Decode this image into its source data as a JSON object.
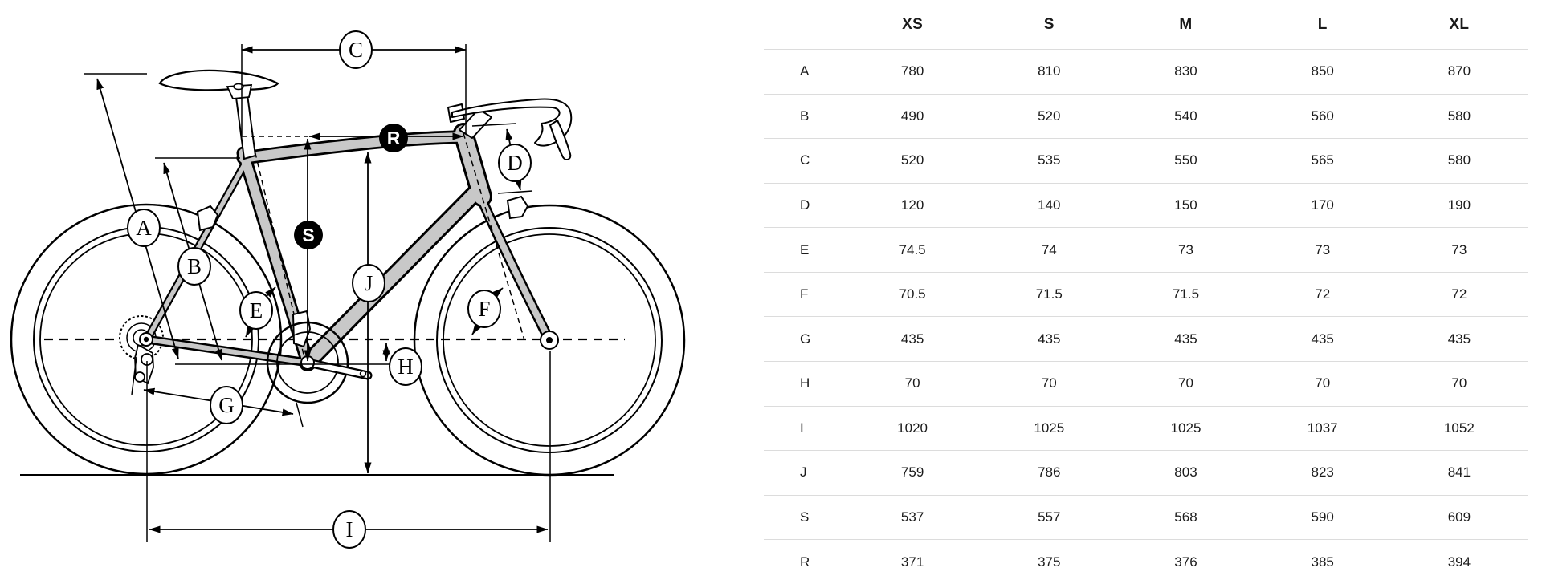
{
  "diagram": {
    "name": "bike-geometry-diagram",
    "labels": {
      "A": "A",
      "B": "B",
      "C": "C",
      "D": "D",
      "E": "E",
      "F": "F",
      "G": "G",
      "H": "H",
      "I": "I",
      "J": "J",
      "S": "S",
      "R": "R"
    }
  },
  "table": {
    "columns": [
      "XS",
      "S",
      "M",
      "L",
      "XL"
    ],
    "rows": [
      {
        "label": "A",
        "values": [
          "780",
          "810",
          "830",
          "850",
          "870"
        ]
      },
      {
        "label": "B",
        "values": [
          "490",
          "520",
          "540",
          "560",
          "580"
        ]
      },
      {
        "label": "C",
        "values": [
          "520",
          "535",
          "550",
          "565",
          "580"
        ]
      },
      {
        "label": "D",
        "values": [
          "120",
          "140",
          "150",
          "170",
          "190"
        ]
      },
      {
        "label": "E",
        "values": [
          "74.5",
          "74",
          "73",
          "73",
          "73"
        ]
      },
      {
        "label": "F",
        "values": [
          "70.5",
          "71.5",
          "71.5",
          "72",
          "72"
        ]
      },
      {
        "label": "G",
        "values": [
          "435",
          "435",
          "435",
          "435",
          "435"
        ]
      },
      {
        "label": "H",
        "values": [
          "70",
          "70",
          "70",
          "70",
          "70"
        ]
      },
      {
        "label": "I",
        "values": [
          "1020",
          "1025",
          "1025",
          "1037",
          "1052"
        ]
      },
      {
        "label": "J",
        "values": [
          "759",
          "786",
          "803",
          "823",
          "841"
        ]
      },
      {
        "label": "S",
        "values": [
          "537",
          "557",
          "568",
          "590",
          "609"
        ]
      },
      {
        "label": "R",
        "values": [
          "371",
          "375",
          "376",
          "385",
          "394"
        ]
      }
    ]
  },
  "chart_data": {
    "type": "table",
    "title": "Bike frame geometry by size",
    "categories": [
      "XS",
      "S",
      "M",
      "L",
      "XL"
    ],
    "series": [
      {
        "name": "A",
        "values": [
          780,
          810,
          830,
          850,
          870
        ]
      },
      {
        "name": "B",
        "values": [
          490,
          520,
          540,
          560,
          580
        ]
      },
      {
        "name": "C",
        "values": [
          520,
          535,
          550,
          565,
          580
        ]
      },
      {
        "name": "D",
        "values": [
          120,
          140,
          150,
          170,
          190
        ]
      },
      {
        "name": "E",
        "values": [
          74.5,
          74,
          73,
          73,
          73
        ]
      },
      {
        "name": "F",
        "values": [
          70.5,
          71.5,
          71.5,
          72,
          72
        ]
      },
      {
        "name": "G",
        "values": [
          435,
          435,
          435,
          435,
          435
        ]
      },
      {
        "name": "H",
        "values": [
          70,
          70,
          70,
          70,
          70
        ]
      },
      {
        "name": "I",
        "values": [
          1020,
          1025,
          1025,
          1037,
          1052
        ]
      },
      {
        "name": "J",
        "values": [
          759,
          786,
          803,
          823,
          841
        ]
      },
      {
        "name": "S",
        "values": [
          537,
          557,
          568,
          590,
          609
        ]
      },
      {
        "name": "R",
        "values": [
          371,
          375,
          376,
          385,
          394
        ]
      }
    ]
  },
  "colors": {
    "frame_fill": "#c8c8c8",
    "line": "#000000",
    "divider": "#dcdcdc",
    "text": "#1a1a1a",
    "label_badge_bg": "#000000",
    "label_badge_text": "#ffffff"
  }
}
